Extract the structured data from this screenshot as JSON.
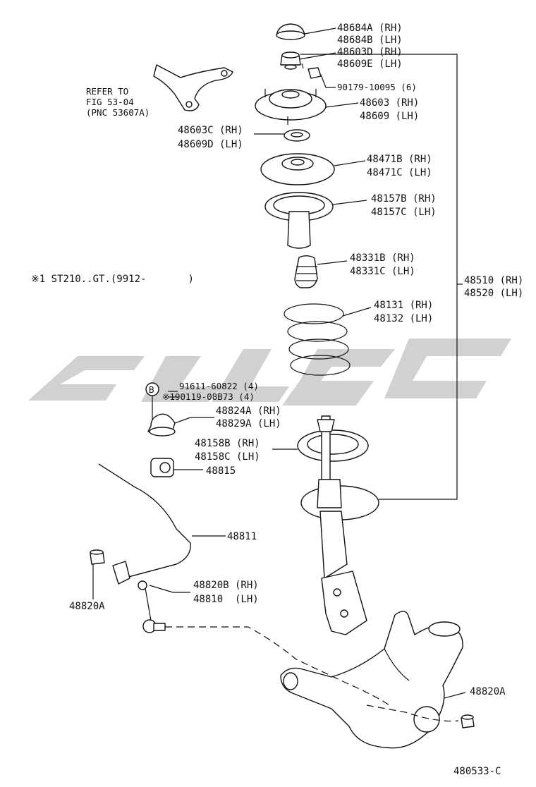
{
  "refer": {
    "line1": "REFER TO",
    "line2": "FIG 53-04",
    "line3": "(PNC 53607A)"
  },
  "note": "※1 ST210..GT.(9912-       )",
  "watermark_icon": "watermark-logo-shape",
  "callouts": {
    "c48684a": "48684A (RH)",
    "c48684b": "48684B (LH)",
    "c48603d": "48603D (RH)",
    "c48609e": "48609E (LH)",
    "c90179": "90179-10095 (6)",
    "c48603": "48603 (RH)",
    "c48609": "48609 (LH)",
    "c48603c": "48603C (RH)",
    "c48609d": "48609D (LH)",
    "c48471b": "48471B (RH)",
    "c48471c": "48471C (LH)",
    "c48157b": "48157B (RH)",
    "c48157c": "48157C (LH)",
    "c48331b": "48331B (RH)",
    "c48331c": "48331C (LH)",
    "c48510": "48510 (RH)",
    "c48520": "48520 (LH)",
    "c48131": "48131 (RH)",
    "c48132": "48132 (LH)",
    "bolt_b": "B",
    "c91611": "91611-60822 (4)",
    "c190119": "※190119-08B73 (4)",
    "c48824a": "48824A (RH)",
    "c48829a": "48829A (LH)",
    "c48158b": "48158B (RH)",
    "c48158c": "48158C (LH)",
    "c48815": "48815",
    "c48811": "48811",
    "c48820b": "48820B (RH)",
    "c48810": "48810  (LH)",
    "c48820a_left": "48820A",
    "c48820a_right": "48820A",
    "figure_code": "480533-C"
  }
}
